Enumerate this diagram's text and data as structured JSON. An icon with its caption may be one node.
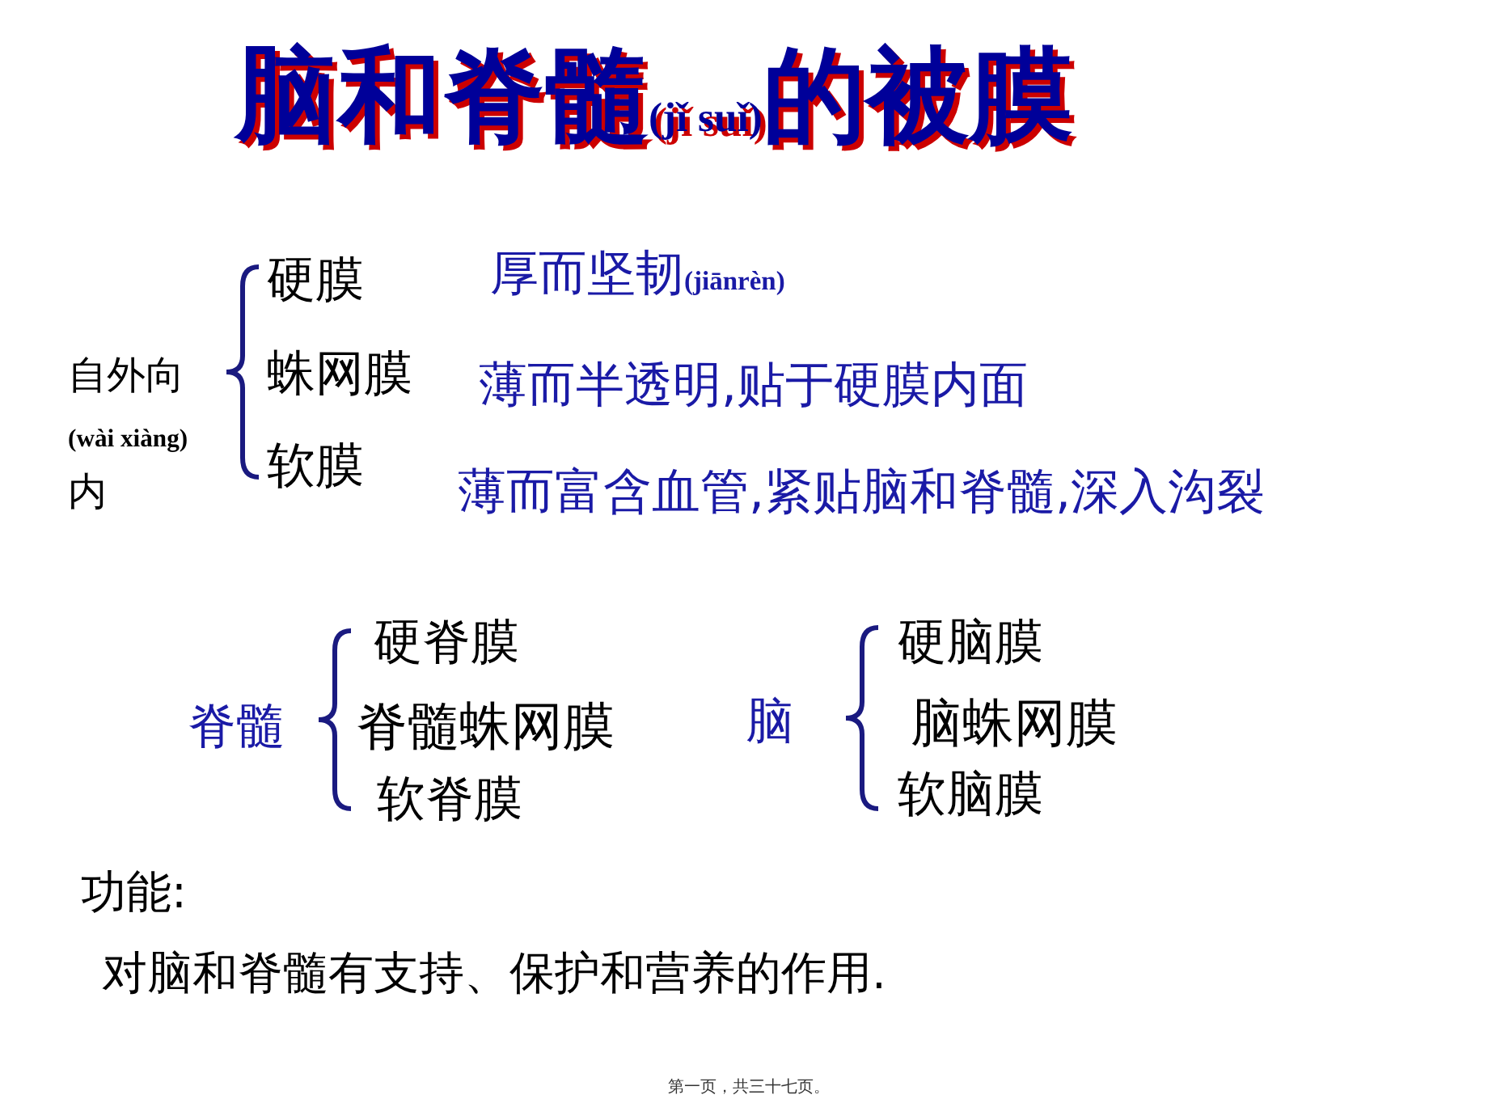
{
  "diagram": {
    "title": "脑和脊髓(jǐ suǐ)的被膜",
    "labels": [
      "自外向(wài xiàng)内",
      "硬膜",
      "厚而坚韧(jiānrèn)",
      "蛛网膜",
      "薄而半透明,贴于硬膜内面",
      "软膜",
      "薄而富含血管,紧贴脑和脊髓,深入沟裂",
      "硬脊膜",
      "硬脑膜",
      "脊髓",
      "脊髓蛛网膜",
      "脑",
      "脑蛛网膜",
      "软脊膜",
      "软脑膜",
      "功能:",
      "对脑和脊髓有支持、保护和营养的作用.",
      "第一页，共三十七页。"
    ]
  }
}
